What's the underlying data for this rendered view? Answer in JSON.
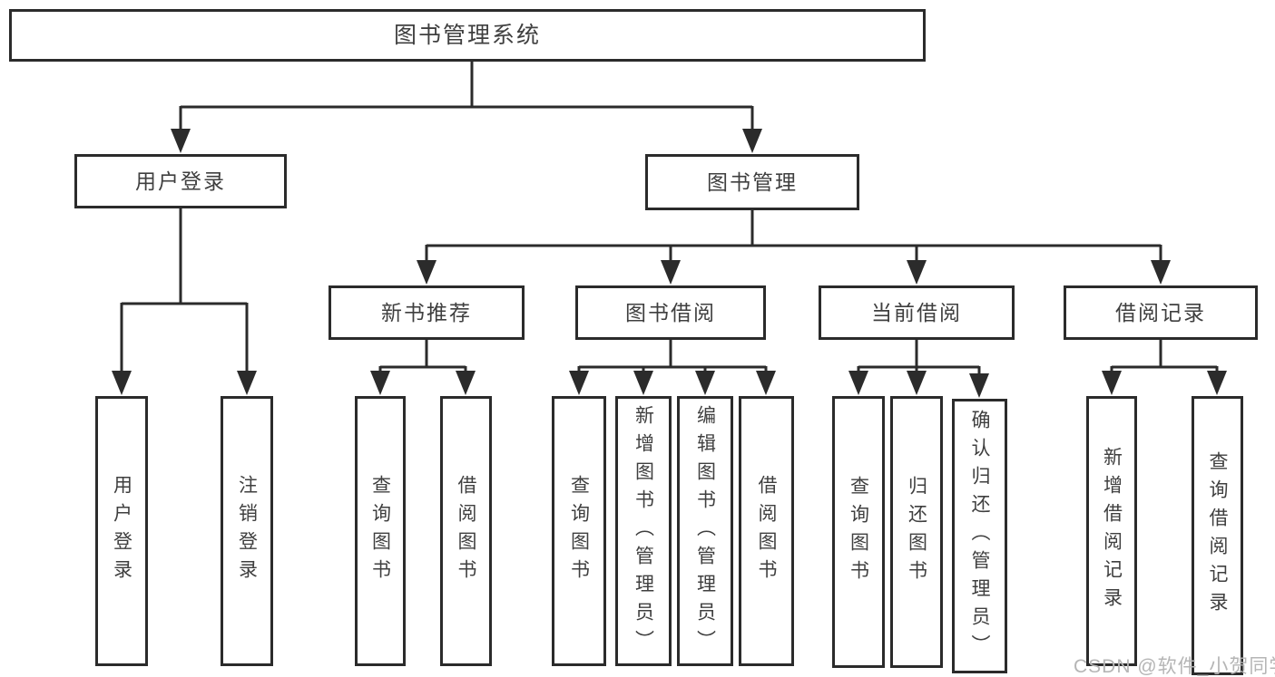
{
  "tree": {
    "label": "图书管理系统",
    "children": [
      {
        "label": "用户登录",
        "children": [
          {
            "label": "用户登录"
          },
          {
            "label": "注销登录"
          }
        ]
      },
      {
        "label": "图书管理",
        "children": [
          {
            "label": "新书推荐",
            "children": [
              {
                "label": "查询图书"
              },
              {
                "label": "借阅图书"
              }
            ]
          },
          {
            "label": "图书借阅",
            "children": [
              {
                "label": "查询图书"
              },
              {
                "label": "新增图书（管理员）"
              },
              {
                "label": "编辑图书（管理员）"
              },
              {
                "label": "借阅图书"
              }
            ]
          },
          {
            "label": "当前借阅",
            "children": [
              {
                "label": "查询图书"
              },
              {
                "label": "归还图书"
              },
              {
                "label": "确认归还（管理员）"
              }
            ]
          },
          {
            "label": "借阅记录",
            "children": [
              {
                "label": "新增借阅记录"
              },
              {
                "label": "查询借阅记录"
              }
            ]
          }
        ]
      }
    ]
  },
  "watermark": {
    "text": "CSDN @软件_小贺同学"
  },
  "colors": {
    "line": "#2b2b2b",
    "text": "#3f3f3f",
    "watermark": "#b5b5b5",
    "background": "#ffffff"
  }
}
